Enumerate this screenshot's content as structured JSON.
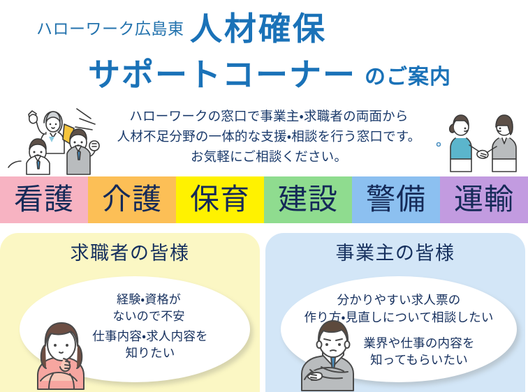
{
  "header": {
    "office_name": "ハローワーク広島東",
    "title_line1": "人材確保",
    "title_line2": "サポートコーナー",
    "title_suffix": "のご案内",
    "title_color": "#1a72b8",
    "office_color": "#2272ad"
  },
  "description": {
    "line1": "ハローワークの窓口で事業主・求職者の両面から",
    "line2": "人材不足分野の一体的な支援・相談を行う窓口です。",
    "line3": "お気軽にご相談ください。",
    "text_color": "#1a3a6b"
  },
  "illustrations": {
    "left_group": "cheering-people-illustration",
    "right_group": "handshake-illustration",
    "jobseeker": "worried-woman-illustration",
    "employer": "arms-crossed-businessman-illustration"
  },
  "categories": [
    {
      "label": "看護",
      "color": "#f7b3c2"
    },
    {
      "label": "介護",
      "color": "#fcbf56"
    },
    {
      "label": "保育",
      "color": "#fff200"
    },
    {
      "label": "建設",
      "color": "#8fdc8f"
    },
    {
      "label": "警備",
      "color": "#8cc0f0"
    },
    {
      "label": "運輸",
      "color": "#c29be0"
    }
  ],
  "category_text_color": "#152a58",
  "panels": {
    "jobseeker": {
      "title": "求職者の皆様",
      "background": "#fbf7c4",
      "bubble_lines_top": [
        "経験・資格が",
        "ないので不安"
      ],
      "bubble_lines_bottom": [
        "仕事内容・求人内容を",
        "知りたい"
      ]
    },
    "employer": {
      "title": "事業主の皆様",
      "background": "#d3e6f7",
      "bubble_lines_top": [
        "分かりやすい求人票の",
        "作り方・見直しについて相談したい"
      ],
      "bubble_lines_bottom": [
        "業界や仕事の内容を",
        "知ってもらいたい"
      ]
    }
  }
}
